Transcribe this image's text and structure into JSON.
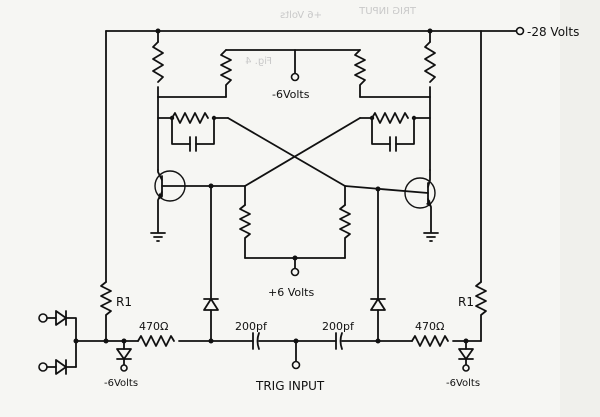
{
  "labels": {
    "supply_neg28": "-28 Volts",
    "bias_neg6_top": "-6Volts",
    "bias_pos6": "+6 Volts",
    "trig_input": "TRIG INPUT",
    "res_r1_left": "R1",
    "res_r1_right": "R1",
    "res_470_left": "470Ω",
    "res_470_right": "470Ω",
    "cap_200_left": "200pf",
    "cap_200_right": "200pf",
    "bias_neg6_left": "-6Volts",
    "bias_neg6_right": "-6Volts"
  },
  "bleed_through": {
    "text1": "+6 Volts",
    "text2": "TRIG INPUT",
    "text3": "Fig. 4"
  }
}
